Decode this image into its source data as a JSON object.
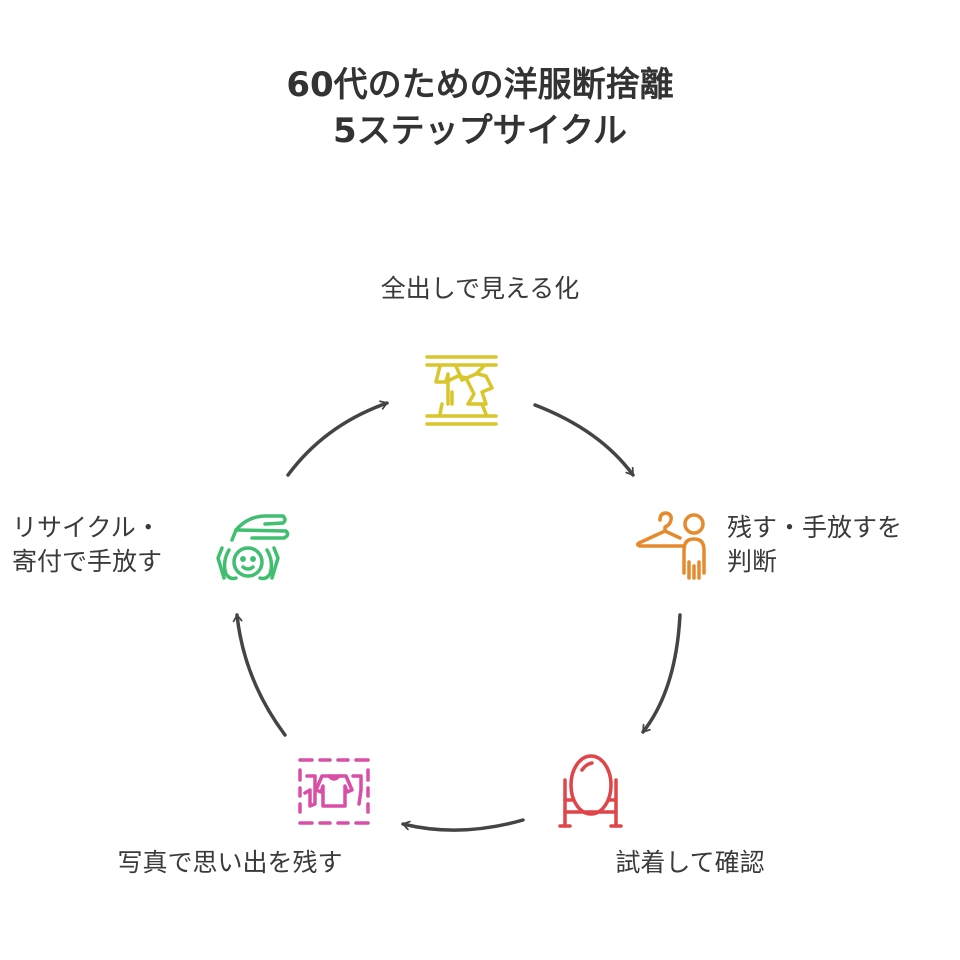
{
  "title": {
    "line1": "60代のための洋服断捨離",
    "line2": "5ステップサイクル"
  },
  "steps": [
    {
      "lines": [
        "全出しで見える化"
      ],
      "icon": "clothes-rack-icon",
      "color": "#d9c62a"
    },
    {
      "lines": [
        "残す・手放すを",
        "判断"
      ],
      "icon": "hanger-person-icon",
      "color": "#e68a2e"
    },
    {
      "lines": [
        "試着して確認"
      ],
      "icon": "mirror-icon",
      "color": "#e0454a"
    },
    {
      "lines": [
        "写真で思い出を残す"
      ],
      "icon": "clothes-photo-icon",
      "color": "#d94fa6"
    },
    {
      "lines": [
        "リサイクル・",
        "寄付で手放す"
      ],
      "icon": "giving-hand-icon",
      "color": "#3fbf6f"
    }
  ]
}
